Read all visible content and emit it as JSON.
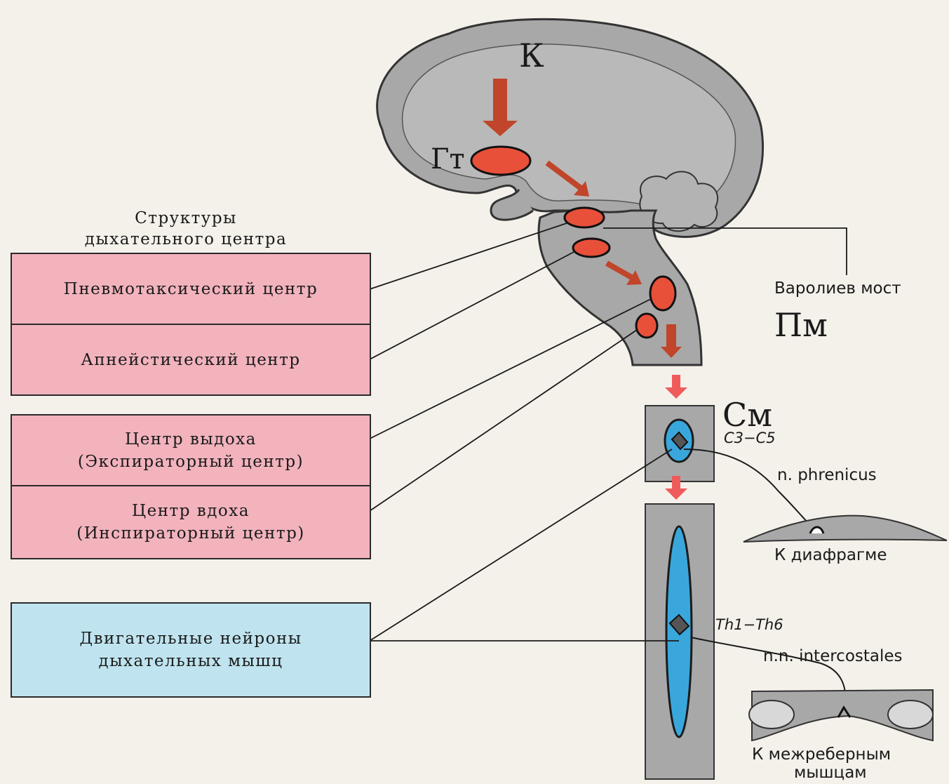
{
  "brain": {
    "cortex_label": "К",
    "hypothalamus_label": "Гт",
    "pons_label": "Варолиев мост",
    "medulla_label": "Пм",
    "spinal_cord_label": "См",
    "cervical_segments": "C3−C5",
    "thoracic_segments": "Th1−Th6"
  },
  "left_panel": {
    "heading_line1": "Структуры",
    "heading_line2": "дыхательного центра",
    "pneumotaxic": "Пневмотаксический центр",
    "apneustic": "Апнейстический центр",
    "expiratory_line1": "Центр выдоха",
    "expiratory_line2": "(Экспираторный центр)",
    "inspiratory_line1": "Центр вдоха",
    "inspiratory_line2": "(Инспираторный центр)",
    "motor_line1": "Двигательные нейроны",
    "motor_line2": "дыхательных мышц"
  },
  "nerves": {
    "phrenic": "n. phrenicus",
    "to_diaphragm": "К диафрагме",
    "intercostal": "n.n. intercostales",
    "to_intercostal_line1": "К межреберным",
    "to_intercostal_line2": "мышцам"
  },
  "colors": {
    "tissue": "#a8a8a8",
    "nucleus": "#e8503a",
    "arrow": "#c0452a",
    "pink_box": "#f2b3bd",
    "blue_box": "#bfe4ef",
    "motor_column": "#3aa7dc"
  }
}
